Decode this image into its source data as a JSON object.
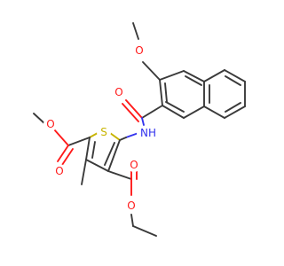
{
  "atom_labels": {
    "methoxy_o": "O",
    "amide_o": "O",
    "amide_nh": "NH",
    "thiophene_s": "S",
    "ester2_carbonyl_o": "O",
    "ester2_ether_o": "O",
    "ester3_carbonyl_o": "O",
    "ester3_ether_o": "O"
  },
  "colors": {
    "bond": "#3a3a3a",
    "oxygen": "#ff1a1a",
    "nitrogen": "#3333ee",
    "sulfur": "#c8b400"
  }
}
